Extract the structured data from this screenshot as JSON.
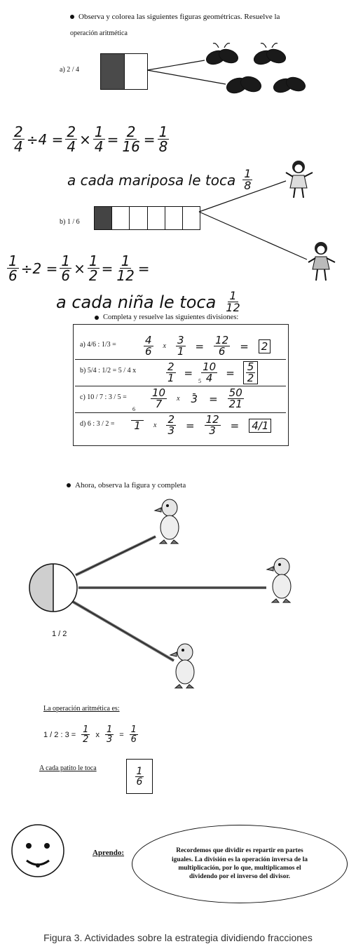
{
  "section1": {
    "instruction_line1": "Observa y colorea las siguientes figuras geométricas. Resuelve la",
    "instruction_line2": "operación aritmética",
    "a_label": "a) 2 / 4",
    "a_work": "2/4 ÷ 4 = 2/4 × 1/4 = 2/16 = 1/8",
    "a_work_parts": {
      "p1n": "2",
      "p1d": "4",
      "op1": "÷4 =",
      "p2n": "2",
      "p2d": "4",
      "x": "×",
      "p3n": "1",
      "p3d": "4",
      "eq1": "=",
      "p4n": "2",
      "p4d": "16",
      "eq2": "=",
      "p5n": "1",
      "p5d": "8"
    },
    "a_answer_text": "a cada mariposa le toca",
    "a_answer_n": "1",
    "a_answer_d": "8",
    "b_label": "b) 1 / 6",
    "b_work_parts": {
      "p1n": "1",
      "p1d": "6",
      "op1": "÷2 =",
      "p2n": "1",
      "p2d": "6",
      "x": "×",
      "p3n": "1",
      "p3d": "2",
      "eq1": "=",
      "p4n": "1",
      "p4d": "12",
      "eq2": "="
    },
    "b_answer_text": "a cada niña le toca",
    "b_answer_n": "1",
    "b_answer_d": "12"
  },
  "section2": {
    "instruction": "Completa y resuelve las siguientes divisiones:",
    "rows": [
      {
        "label": "a) 4/6 : 1/3 =",
        "n1": "4",
        "d1": "6",
        "x": "x",
        "n2": "3",
        "d2": "1",
        "eq": "=",
        "n3": "12",
        "d3": "6",
        "res": "2"
      },
      {
        "label": "b) 5/4 : 1/2 = 5 / 4 x",
        "n1": "2",
        "d1": "1",
        "x": "=",
        "n2": "10",
        "d2": "4",
        "eq": "=",
        "n3": "5",
        "d3": "2",
        "res": ""
      },
      {
        "label": "c) 10 / 7 : 3 / 5 =",
        "n1": "10",
        "d1": "7",
        "x": "x",
        "n2": "",
        "d2": "3",
        "eq": "=",
        "n3": "50",
        "d3": "21",
        "res": ""
      },
      {
        "label": "d) 6 : 3 / 2 =",
        "n1": "",
        "d1": "1",
        "x": "x",
        "n2": "2",
        "d2": "3",
        "eq": "=",
        "n3": "12",
        "d3": "3",
        "res": "4/1"
      }
    ],
    "carry_5": "5",
    "carry_6": "6"
  },
  "section3": {
    "instruction": "Ahora, observa la figura y completa",
    "circle_label": "1 / 2",
    "operation_title": "La operación aritmética es:",
    "operation": {
      "lhs": "1 / 2 : 3 =",
      "n1": "1",
      "d1": "2",
      "x": "x",
      "n2": "1",
      "d2": "3",
      "eq": "=",
      "n3": "1",
      "d3": "6"
    },
    "patito_label": "A cada patito le toca",
    "patito_n": "1",
    "patito_d": "6",
    "aprendo_label": "Aprendo:",
    "aprendo_text": "Recordemos que dividir es repartir en partes iguales. La división es la operación inversa de la multiplicación, por lo que, multiplicamos el dividendo por el inverso del divisor."
  },
  "caption": "Figura 3. Actividades sobre la estrategia dividiendo fracciones"
}
